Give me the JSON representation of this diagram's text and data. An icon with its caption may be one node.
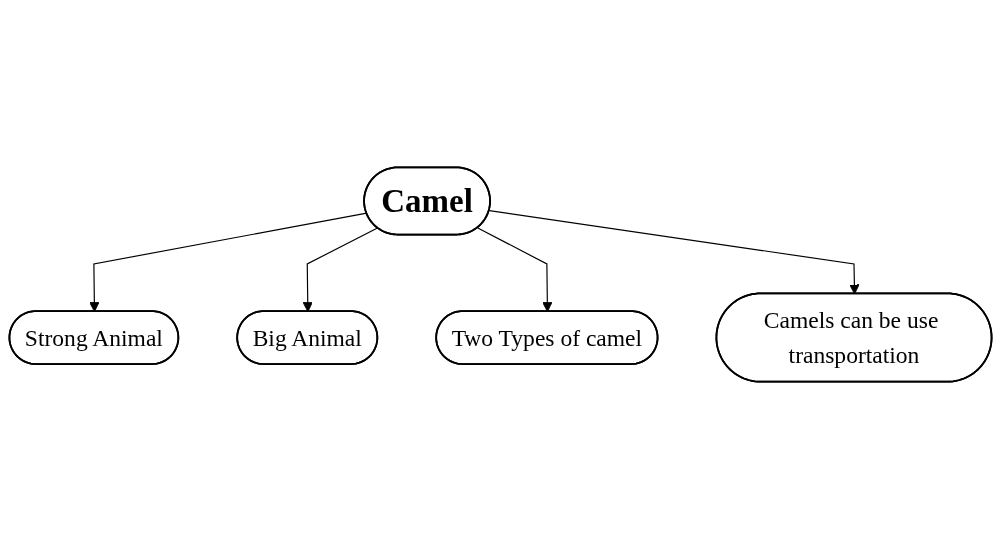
{
  "diagram": {
    "nodes": [
      {
        "text": [
          "Strong Animal"
        ]
      },
      {
        "text": [
          "Big Animal"
        ]
      },
      {
        "text": [
          "Camel"
        ]
      },
      {
        "text": [
          "Two Types of camel"
        ]
      },
      {
        "text": [
          "Camels can be use transportation"
        ]
      }
    ],
    "edges": [
      {
        "from": 2,
        "to": 0,
        "arrow": "to"
      },
      {
        "from": 2,
        "to": 1,
        "arrow": "to"
      },
      {
        "from": 2,
        "to": 3,
        "arrow": "to"
      },
      {
        "from": 2,
        "to": 4,
        "arrow": "to"
      }
    ]
  }
}
